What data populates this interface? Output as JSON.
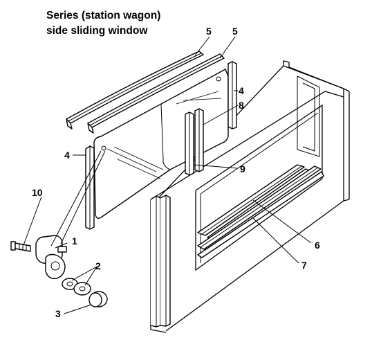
{
  "diagram": {
    "title_lines": [
      "Series (station wagon)",
      "side sliding window"
    ],
    "callouts": [
      "1",
      "2",
      "3",
      "4",
      "4",
      "5",
      "5",
      "6",
      "7",
      "8",
      "9",
      "10"
    ]
  }
}
